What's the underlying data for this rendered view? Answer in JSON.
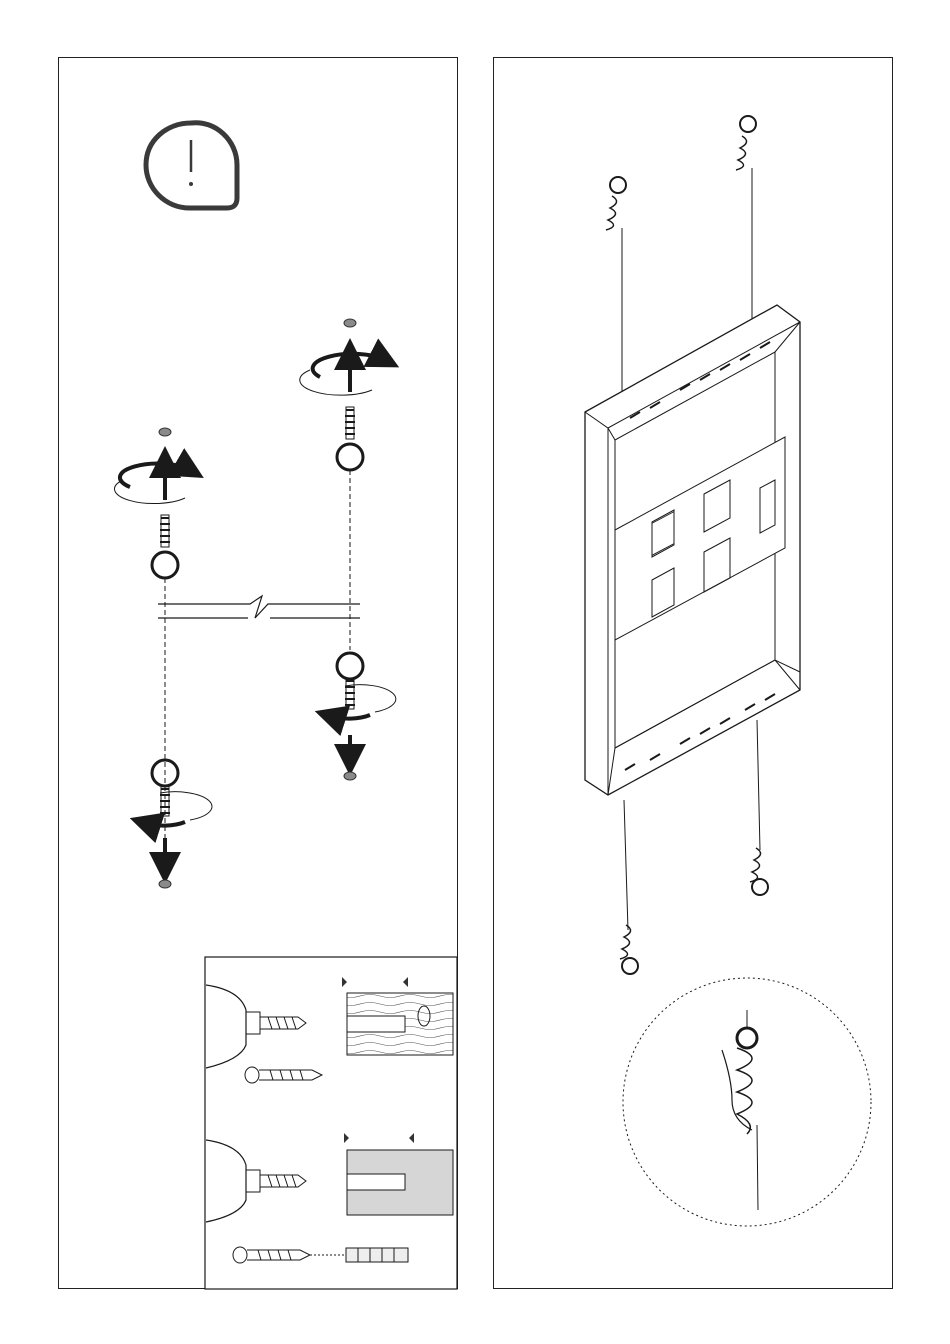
{
  "warning": {
    "icon": "exclamation-warning-icon",
    "mark": "!"
  },
  "colors": {
    "line": "#1a1a1a",
    "wall_dot": "#8a8a8a",
    "warning_stroke": "#3a3a3a",
    "concrete": "#d6d6d6"
  },
  "left_panel": {
    "steps": [
      "screw-eye-into-ceiling",
      "screw-eye-into-floor"
    ],
    "fixings": [
      {
        "material": "wood",
        "icon": "wood-block-icon"
      },
      {
        "material": "concrete",
        "icon": "concrete-block-icon"
      }
    ]
  },
  "right_panel": {
    "assembly": "frame-suspended-by-cables",
    "detail": "cable-loop-detail"
  }
}
